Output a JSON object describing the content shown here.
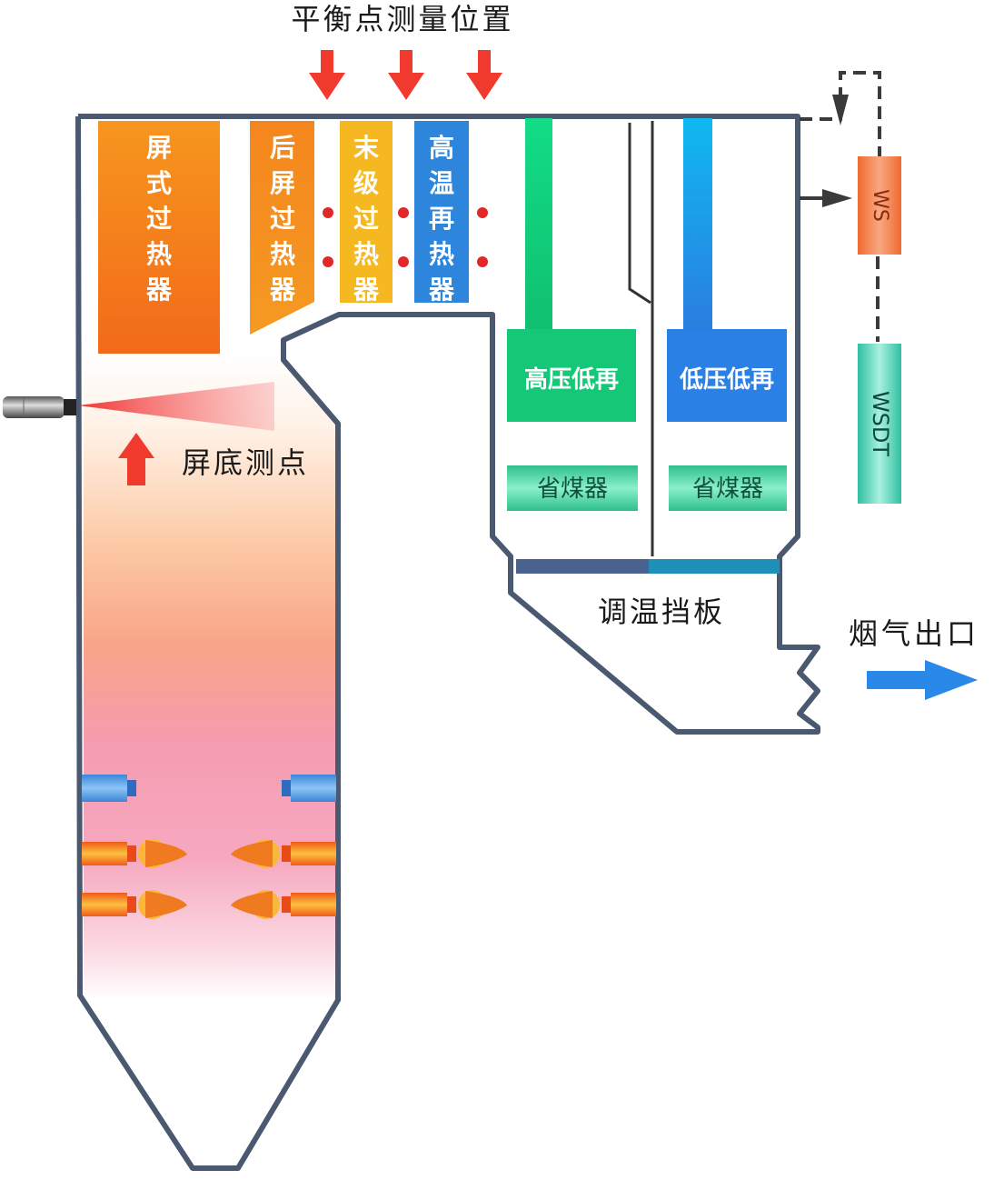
{
  "title": "平衡点测量位置",
  "labels": {
    "screen_bottom_point": "屏底测点",
    "temp_damper": "调温挡板",
    "flue_gas_outlet": "烟气出口"
  },
  "heat_exchangers": {
    "platen_superheater": [
      "屏",
      "式",
      "过",
      "热",
      "器"
    ],
    "rear_platen_superheater": [
      "后",
      "屏",
      "过",
      "热",
      "器"
    ],
    "final_superheater": [
      "末",
      "级",
      "过",
      "热",
      "器"
    ],
    "high_temp_reheater": [
      "高",
      "温",
      "再",
      "热",
      "器"
    ],
    "hp_low_reheater": "高压低再",
    "lp_low_reheater": "低压低再",
    "economizer_left": "省煤器",
    "economizer_right": "省煤器"
  },
  "instruments": {
    "ws": "WS",
    "wsdt": "WSDT"
  },
  "colors": {
    "wall": "#4a5870",
    "platen": "#f2801e",
    "final_sh": "#f5b820",
    "reheater_blue": "#2d86dc",
    "hp_green": "#16c47a",
    "lp_blue": "#2a7fe0",
    "economizer": "#3fcf9a",
    "ws_orange": "#f07840",
    "wsdt_teal": "#4ad0b0",
    "arrow_red": "#f03a2e",
    "outlet_blue": "#2a88e8"
  }
}
